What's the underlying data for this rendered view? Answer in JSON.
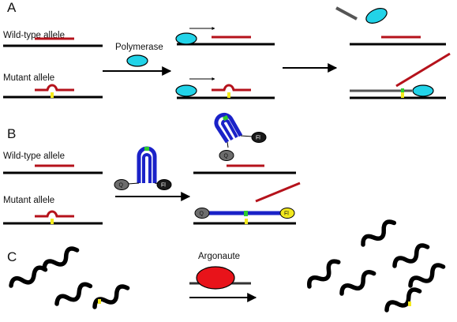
{
  "colors": {
    "dna": "#000000",
    "target": "#b5121b",
    "polymerase": "#22d3e8",
    "probe": "#1a22c8",
    "mismatch": "#f4ea1c",
    "probe_loop_marker": "#2ecc2e",
    "quencher": "#6d6d6d",
    "fluorophore_off": "#1a1a1a",
    "fluorophore_on": "#f2e81e",
    "argonaute": "#e8131a",
    "extension": "#555555"
  },
  "panels": {
    "a": {
      "label": "A",
      "wild_type_label": "Wild-type allele",
      "mutant_label": "Mutant allele",
      "enzyme_label": "Polymerase"
    },
    "b": {
      "label": "B",
      "wild_type_label": "Wild-type allele",
      "mutant_label": "Mutant allele",
      "quencher_label": "Q",
      "fluorophore_label": "Fl"
    },
    "c": {
      "label": "C",
      "enzyme_label": "Argonaute"
    }
  }
}
